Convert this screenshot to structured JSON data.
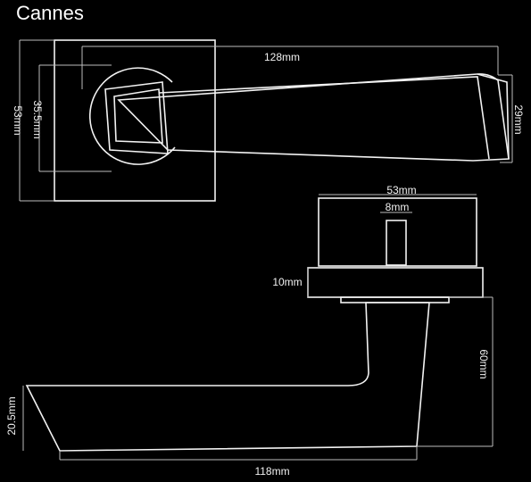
{
  "title": "Cannes",
  "dimensions": {
    "lever_length_top": "128mm",
    "rose_outer": "53mm",
    "rose_inner": "35.5mm",
    "grip_height": "29mm",
    "rose_width_side": "53mm",
    "spindle": "8mm",
    "rose_thickness": "10mm",
    "projection": "60mm",
    "lever_height_side": "20.5mm",
    "lever_length_side": "118mm"
  },
  "colors": {
    "background": "#000000",
    "line": "#f2f2f2"
  }
}
